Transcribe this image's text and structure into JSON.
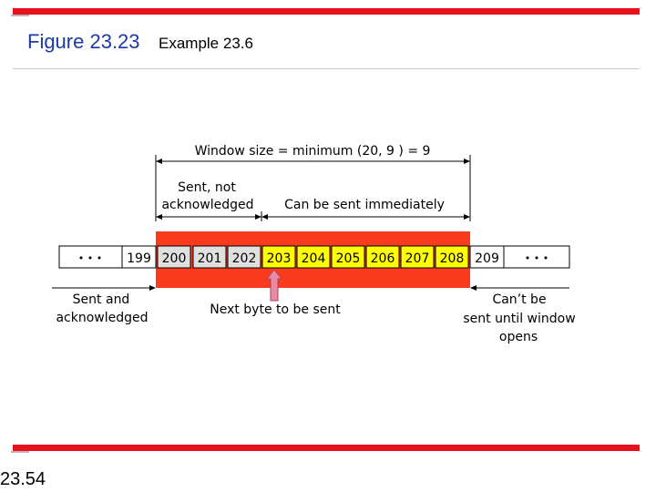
{
  "slide": {
    "title": "Figure 23.23",
    "subtitle": "Example 23.6",
    "number": "23.54"
  },
  "diagram": {
    "window_label": "Window size = minimum (20, 9 ) = 9",
    "sent_not_ack_label_line1": "Sent, not",
    "sent_not_ack_label_line2": "acknowledged",
    "can_send_label": "Can be sent immediately",
    "left_ellipsis": "• • •",
    "right_ellipsis": "• • •",
    "bytes": [
      "199",
      "200",
      "201",
      "202",
      "203",
      "204",
      "205",
      "206",
      "207",
      "208",
      "209"
    ],
    "sent_ack_line1": "Sent and",
    "sent_ack_line2": "acknowledged",
    "next_byte_label": "Next byte to be sent",
    "cant_be_line1": "Can’t be",
    "cant_be_line2": "sent until window",
    "cant_be_line3": "opens"
  },
  "colors": {
    "accent_red": "#e8101a",
    "window_fill": "#fa3c1e",
    "sent_unacked_cell": "#e0e0e0",
    "sendable_cell": "#ffff00",
    "pointer_arrow": "#e98aa4"
  }
}
